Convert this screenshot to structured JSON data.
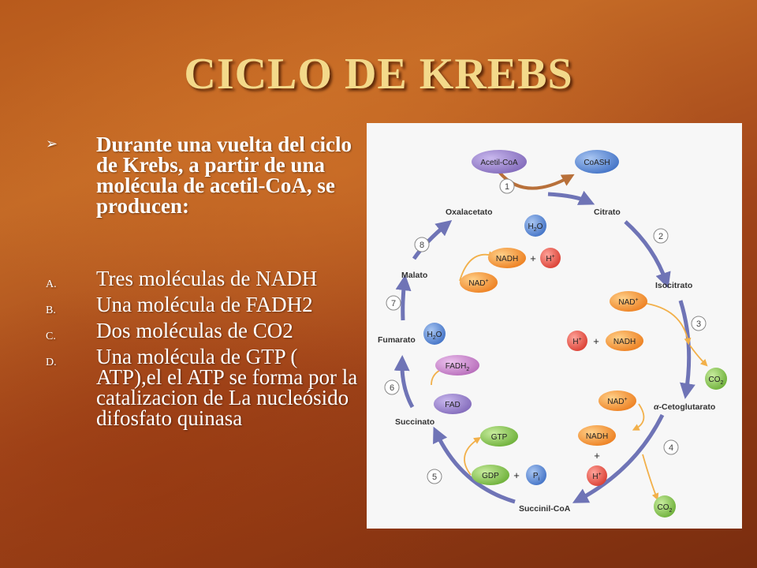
{
  "slide": {
    "title": "CICLO DE KREBS",
    "intro": "Durante una vuelta del ciclo de Krebs, a partir de una molécula de acetil-CoA, se producen:",
    "items": [
      {
        "letter": "A.",
        "text": "Tres moléculas de NADH"
      },
      {
        "letter": "B.",
        "text": "Una molécula de FADH2"
      },
      {
        "letter": "C.",
        "text": "Dos moléculas de CO2"
      },
      {
        "letter": "D.",
        "text": "Una molécula de GTP ( ATP),el el ATP se forma por la catalizacion de La nucleósido difosfato quinasa"
      }
    ]
  },
  "diagram": {
    "metabolites": {
      "oxalacetato": "Oxalacetato",
      "citrato": "Citrato",
      "isocitrato": "Isocitrato",
      "cetoglutarato_prefix": "α",
      "cetoglutarato": "-Cetoglutarato",
      "succinil_coa": "Succinil-CoA",
      "succinato": "Succinato",
      "fumarato": "Fumarato",
      "malato": "Malato"
    },
    "cofactors": {
      "acetil_coa": "Acetil-CoA",
      "coash": "CoASH",
      "h2o": "H",
      "h2o_sub": "2",
      "h2o_o": "O",
      "nadh": "NADH",
      "nad": "NAD",
      "nad_sup": "+",
      "h": "H",
      "h_sup": "+",
      "co2": "CO",
      "co2_sub": "2",
      "fadh2": "FADH",
      "fadh2_sub": "2",
      "fad": "FAD",
      "gtp": "GTP",
      "gdp": "GDP",
      "pi": "P",
      "pi_sub": "i",
      "plus": "+"
    },
    "steps": [
      "1",
      "2",
      "3",
      "4",
      "5",
      "6",
      "7",
      "8"
    ],
    "colors": {
      "purple": "#8f79c4",
      "blue": "#4f7fd0",
      "orange": "#f08a2a",
      "red": "#e0463a",
      "green": "#7bc043",
      "pink": "#c77fc9",
      "arrow": "#6f74b6",
      "curve": "#f2b04a"
    }
  }
}
